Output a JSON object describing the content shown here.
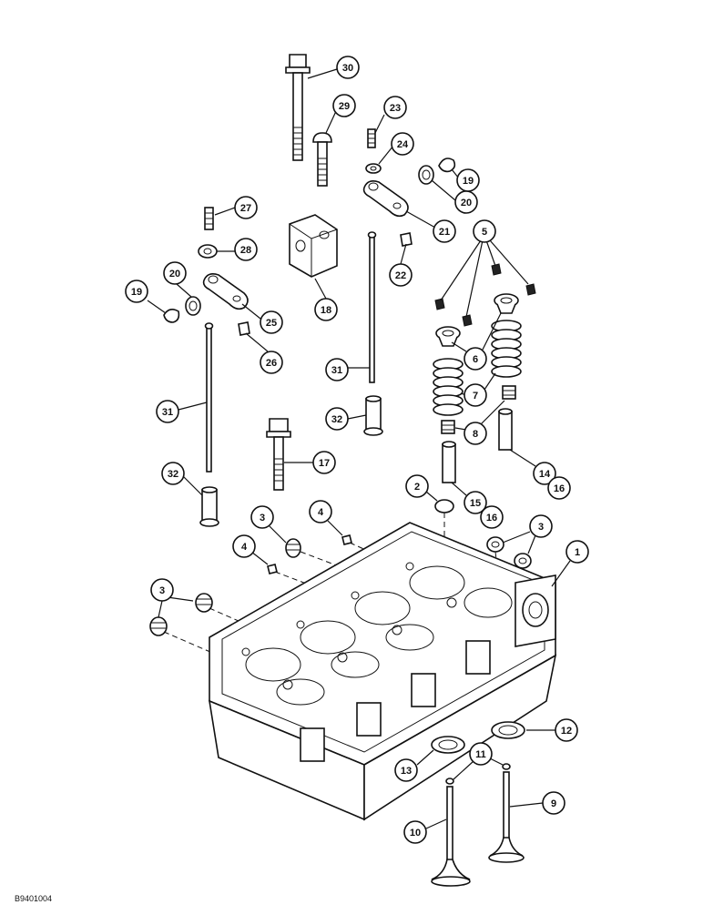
{
  "diagram": {
    "callouts": [
      {
        "id": "c30",
        "label": "30"
      },
      {
        "id": "c29",
        "label": "29"
      },
      {
        "id": "c23",
        "label": "23"
      },
      {
        "id": "c24",
        "label": "24"
      },
      {
        "id": "c19a",
        "label": "19"
      },
      {
        "id": "c20a",
        "label": "20"
      },
      {
        "id": "c21",
        "label": "21"
      },
      {
        "id": "c27",
        "label": "27"
      },
      {
        "id": "c28",
        "label": "28"
      },
      {
        "id": "c22",
        "label": "22"
      },
      {
        "id": "c5",
        "label": "5"
      },
      {
        "id": "c18",
        "label": "18"
      },
      {
        "id": "c20b",
        "label": "20"
      },
      {
        "id": "c19b",
        "label": "19"
      },
      {
        "id": "c25",
        "label": "25"
      },
      {
        "id": "c26",
        "label": "26"
      },
      {
        "id": "c6",
        "label": "6"
      },
      {
        "id": "c31a",
        "label": "31"
      },
      {
        "id": "c7",
        "label": "7"
      },
      {
        "id": "c31b",
        "label": "31"
      },
      {
        "id": "c32a",
        "label": "32"
      },
      {
        "id": "c8",
        "label": "8"
      },
      {
        "id": "c17",
        "label": "17"
      },
      {
        "id": "c32b",
        "label": "32"
      },
      {
        "id": "c14",
        "label": "14"
      },
      {
        "id": "c16a",
        "label": "16"
      },
      {
        "id": "c2",
        "label": "2"
      },
      {
        "id": "c15",
        "label": "15"
      },
      {
        "id": "c16b",
        "label": "16"
      },
      {
        "id": "c3a",
        "label": "3"
      },
      {
        "id": "c4a",
        "label": "4"
      },
      {
        "id": "c3b",
        "label": "3"
      },
      {
        "id": "c4b",
        "label": "4"
      },
      {
        "id": "c1",
        "label": "1"
      },
      {
        "id": "c3c",
        "label": "3"
      },
      {
        "id": "c12",
        "label": "12"
      },
      {
        "id": "c11",
        "label": "11"
      },
      {
        "id": "c13",
        "label": "13"
      },
      {
        "id": "c9",
        "label": "9"
      },
      {
        "id": "c10",
        "label": "10"
      }
    ],
    "footer_code": "B9401004"
  }
}
